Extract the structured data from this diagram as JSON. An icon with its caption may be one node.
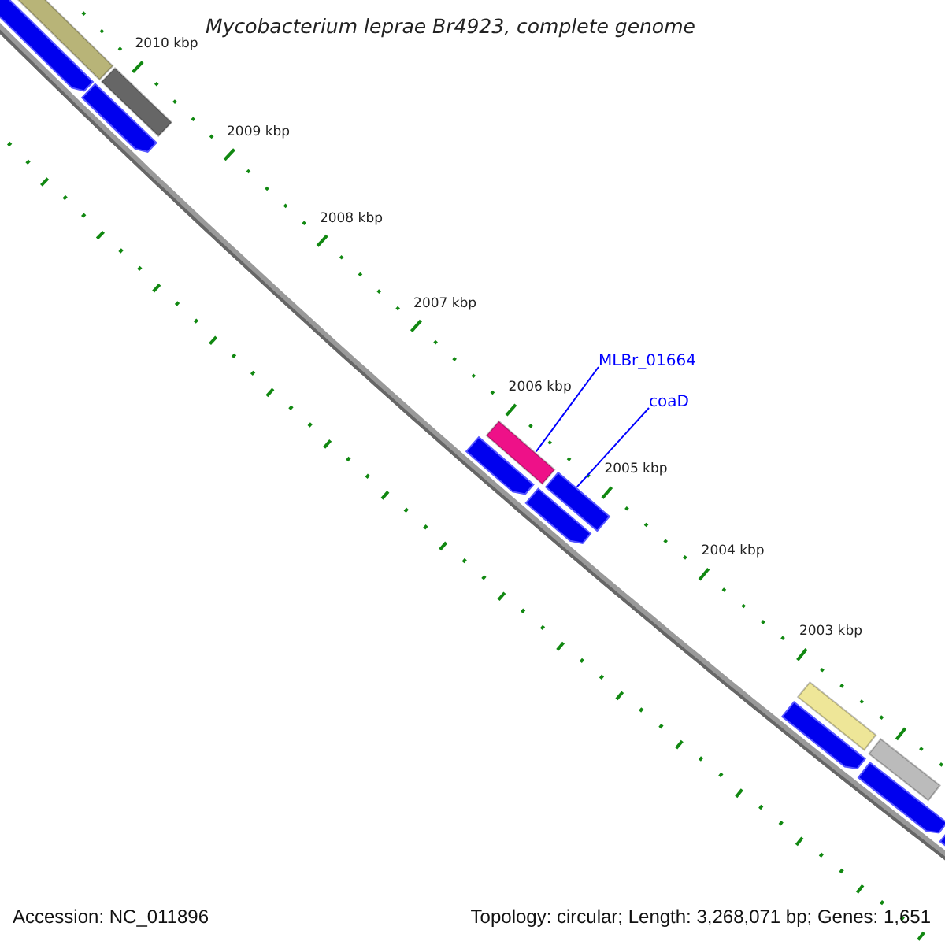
{
  "diagram": {
    "title": "Mycobacterium leprae Br4923, complete genome",
    "nodes": [
      {
        "text": [],
        "shape": "bar"
      },
      {
        "text": [],
        "shape": "arrow"
      },
      {
        "text": [],
        "shape": "bar"
      },
      {
        "text": [],
        "shape": "arrow"
      },
      {
        "text": [],
        "shape": "arrow"
      },
      {
        "text": [
          "MLBr_01664"
        ]
      },
      {
        "text": [],
        "shape": "bar"
      },
      {
        "text": [
          "coaD"
        ]
      },
      {
        "text": [],
        "shape": "bar"
      },
      {
        "text": [],
        "shape": "arrow"
      },
      {
        "text": [],
        "shape": "bar"
      },
      {
        "text": [],
        "shape": "arrow"
      },
      {
        "text": [],
        "shape": "bar"
      },
      {
        "text": [],
        "shape": "arrow"
      },
      {
        "text": [],
        "shape": "arrow"
      }
    ],
    "edges": [
      {
        "from": 5,
        "to": 6,
        "arrow": "none"
      },
      {
        "from": 7,
        "to": 8,
        "arrow": "none"
      }
    ],
    "labels": [
      "2010 kbp",
      "2009 kbp",
      "2008 kbp",
      "2007 kbp",
      "2006 kbp",
      "2005 kbp",
      "2004 kbp",
      "2003 kbp",
      "Accession: NC_011896",
      "Topology: circular; Length: 3,268,071 bp; Genes: 1,651"
    ]
  }
}
